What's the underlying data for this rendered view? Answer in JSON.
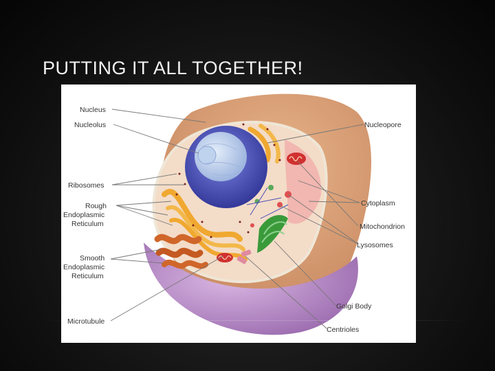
{
  "slide": {
    "title": "PUTTING IT ALL TOGETHER!"
  },
  "diagram": {
    "labels_left": {
      "nucleus": "Nucleus",
      "nucleolus": "Nucleolus",
      "ribosomes": "Ribosomes",
      "rough_er_1": "Rough",
      "rough_er_2": "Endoplasmic",
      "rough_er_3": "Reticulum",
      "smooth_er_1": "Smooth",
      "smooth_er_2": "Endoplasmic",
      "smooth_er_3": "Reticulum",
      "microtubule": "Microtubule"
    },
    "labels_right": {
      "nucleopore": "Nucleopore",
      "cytoplasm": "Cytoplasm",
      "mitochondrion": "Mitochondrion",
      "lysosomes": "Lysosomes",
      "golgi_body": "Golgi Body",
      "centrioles": "Centrioles"
    },
    "colors": {
      "membrane_outer": "#d9a074",
      "cytoplasm_fill": "#f3dcc8",
      "nucleus": "#4a4fb8",
      "nucleolus": "#a9c4e8",
      "rough_er": "#f0a830",
      "smooth_er": "#d0662a",
      "golgi": "#3a9a3a",
      "mitochondria": "#d03030",
      "lower_body": "#b58ac8"
    }
  }
}
